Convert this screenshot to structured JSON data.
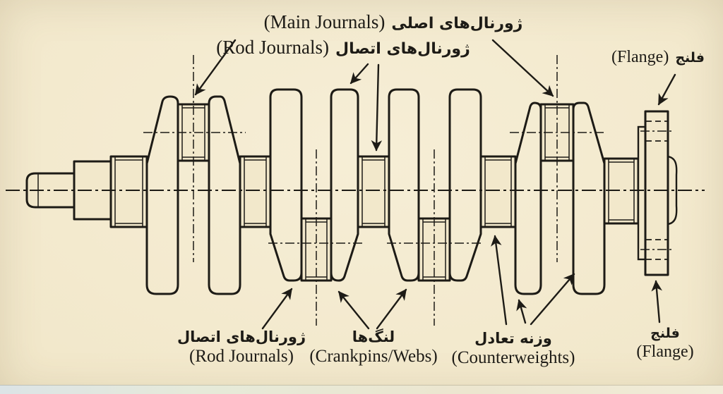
{
  "colors": {
    "paper": "#f2e8cb",
    "ink": "#1d1b16",
    "edge": "#e6ead9"
  },
  "diagram_subject": "Crankshaft engineering drawing",
  "labels": {
    "main_journals": {
      "en": "(Main Journals)",
      "fa": "ژورنال‌های اصلی"
    },
    "rod_journals_top": {
      "en": "(Rod Journals)",
      "fa": "ژورنال‌های اتصال"
    },
    "flange_top": {
      "en": "(Flange)",
      "fa": "فلنج"
    },
    "rod_journals_bottom": {
      "en": "(Rod Journals)",
      "fa": "ژورنال‌های اتصال"
    },
    "crankpins": {
      "en": "(Crankpins/Webs)",
      "fa": "لنگ‌ها"
    },
    "counterweights": {
      "en": "(Counterweights)",
      "fa": "وزنه تعادل"
    },
    "flange_bottom": {
      "en": "(Flange)",
      "fa": "فلنج"
    }
  }
}
